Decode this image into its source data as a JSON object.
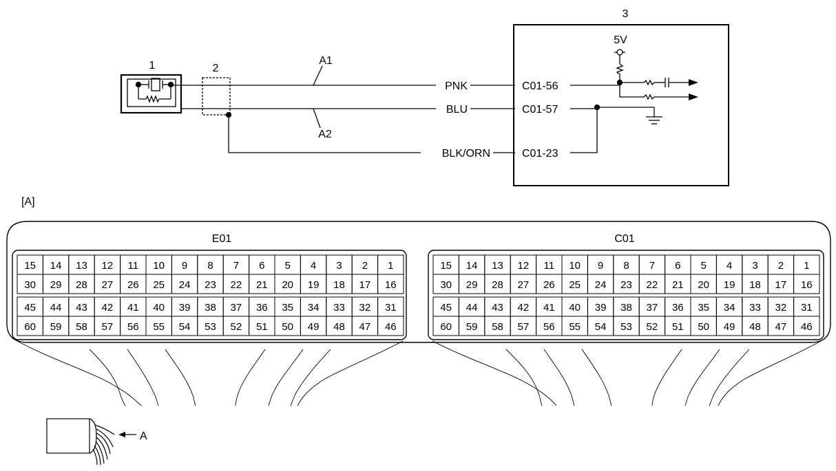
{
  "labels": {
    "sensor_num": "1",
    "shield_num": "2",
    "ecm_num": "3",
    "voltage": "5V",
    "callout_a1": "A1",
    "callout_a2": "A2",
    "section_a": "[A]",
    "pointer_a": "A"
  },
  "wires": [
    {
      "color": "PNK",
      "terminal": "C01-56"
    },
    {
      "color": "BLU",
      "terminal": "C01-57"
    },
    {
      "color": "BLK/ORN",
      "terminal": "C01-23"
    }
  ],
  "connectors": [
    {
      "name": "E01",
      "rows": [
        [
          "15",
          "14",
          "13",
          "12",
          "11",
          "10",
          "9",
          "8",
          "7",
          "6",
          "5",
          "4",
          "3",
          "2",
          "1"
        ],
        [
          "30",
          "29",
          "28",
          "27",
          "26",
          "25",
          "24",
          "23",
          "22",
          "21",
          "20",
          "19",
          "18",
          "17",
          "16"
        ],
        [
          "45",
          "44",
          "43",
          "42",
          "41",
          "40",
          "39",
          "38",
          "37",
          "36",
          "35",
          "34",
          "33",
          "32",
          "31"
        ],
        [
          "60",
          "59",
          "58",
          "57",
          "56",
          "55",
          "54",
          "53",
          "52",
          "51",
          "50",
          "49",
          "48",
          "47",
          "46"
        ]
      ]
    },
    {
      "name": "C01",
      "rows": [
        [
          "15",
          "14",
          "13",
          "12",
          "11",
          "10",
          "9",
          "8",
          "7",
          "6",
          "5",
          "4",
          "3",
          "2",
          "1"
        ],
        [
          "30",
          "29",
          "28",
          "27",
          "26",
          "25",
          "24",
          "23",
          "22",
          "21",
          "20",
          "19",
          "18",
          "17",
          "16"
        ],
        [
          "45",
          "44",
          "43",
          "42",
          "41",
          "40",
          "39",
          "38",
          "37",
          "36",
          "35",
          "34",
          "33",
          "32",
          "31"
        ],
        [
          "60",
          "59",
          "58",
          "57",
          "56",
          "55",
          "54",
          "53",
          "52",
          "51",
          "50",
          "49",
          "48",
          "47",
          "46"
        ]
      ]
    }
  ]
}
